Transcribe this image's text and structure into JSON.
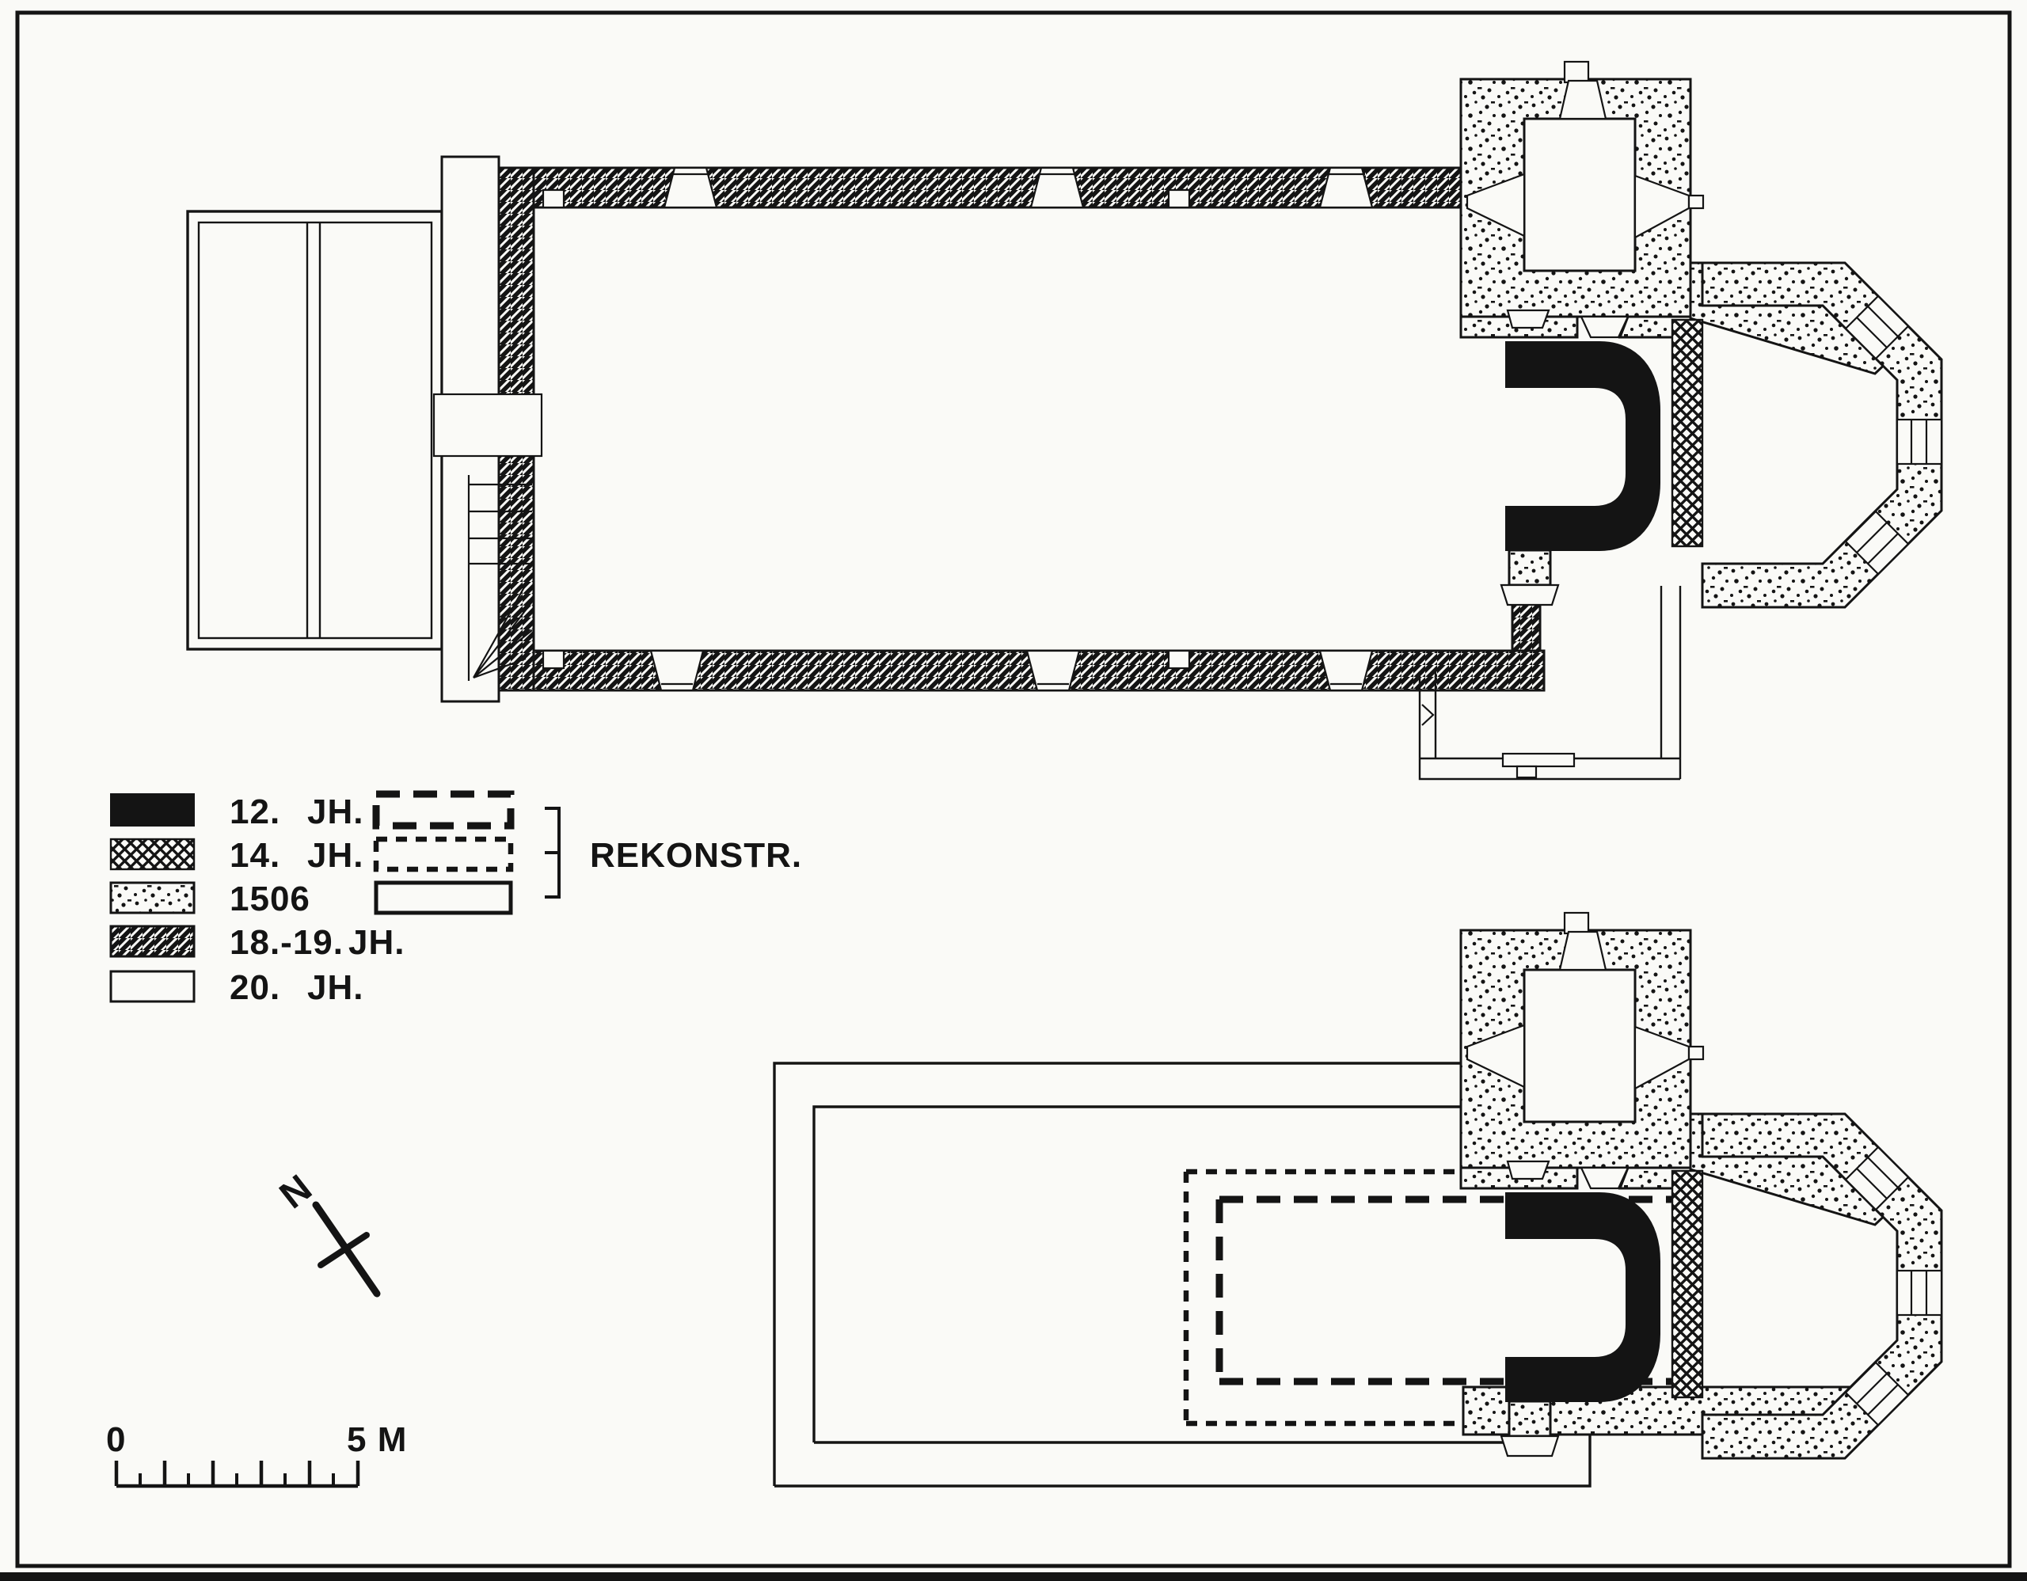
{
  "figure": {
    "kind": "church-ground-plan-drawing",
    "plans": [
      "upper-plan-existing-state",
      "lower-plan-reconstruction"
    ]
  },
  "colors": {
    "ink": "#141414",
    "paper": "#fafaf7"
  },
  "legend": {
    "rows": [
      {
        "pattern": "solid-black",
        "period": "12.",
        "era": "JH."
      },
      {
        "pattern": "crosshatch",
        "period": "14.",
        "era": "JH."
      },
      {
        "pattern": "stipple",
        "period": "1506",
        "era": ""
      },
      {
        "pattern": "diagonal-hatch",
        "period": "18.-19.",
        "era": "JH."
      },
      {
        "pattern": "open-outline",
        "period": "20.",
        "era": "JH."
      }
    ],
    "reconstruction": {
      "label": "REKONSTR.",
      "line_styles": [
        "heavy-dashed-outline",
        "fine-dashed-outline",
        "solid-outline"
      ]
    }
  },
  "scale_bar": {
    "zero_label": "0",
    "end_label": "5 M",
    "total_meters": 5,
    "major_divisions": 5,
    "minor_per_major": 2
  },
  "north_arrow": {
    "label": "N"
  }
}
